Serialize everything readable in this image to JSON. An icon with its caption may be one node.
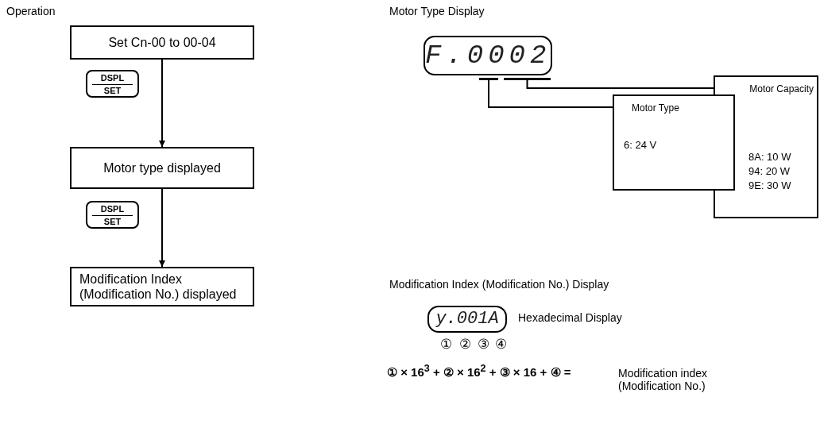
{
  "diagram": {
    "nodes": [
      {
        "text": [
          "Set Cn-00 to 00-04"
        ]
      },
      {
        "text": [
          "DSPL",
          "SET"
        ]
      },
      {
        "text": [
          "Motor type displayed"
        ]
      },
      {
        "text": [
          "DSPL",
          "SET"
        ]
      },
      {
        "text": [
          "Modification Index (Modification No.) displayed"
        ]
      },
      {
        "text": [
          "F.0002"
        ]
      },
      {
        "text": [],
        "shape": "bar"
      },
      {
        "text": [],
        "shape": "bar"
      },
      {
        "text": [
          "Motor Type",
          "6: 24 V"
        ]
      },
      {
        "text": [
          "Motor Capacity",
          "8A: 10 W 94: 20 W 9E: 30 W"
        ]
      },
      {
        "text": [
          "y.001A"
        ]
      }
    ],
    "edges": [
      {
        "from": 0,
        "to": 2,
        "arrow": "to"
      },
      {
        "from": 2,
        "to": 4,
        "arrow": "to"
      },
      {
        "from": 6,
        "to": 8,
        "arrow": "none"
      },
      {
        "from": 7,
        "to": 9,
        "arrow": "none"
      }
    ],
    "labels": [
      "Operation",
      "Motor Type Display",
      "Modification Index (Modification No.) Display",
      "Hexadecimal Display",
      "①",
      "②",
      "③",
      "④",
      "① × 16$^{3}$ + ② × 16$^{2}$ + ③ × 16 + ④ =",
      "Modification index (Modification No.)"
    ]
  }
}
